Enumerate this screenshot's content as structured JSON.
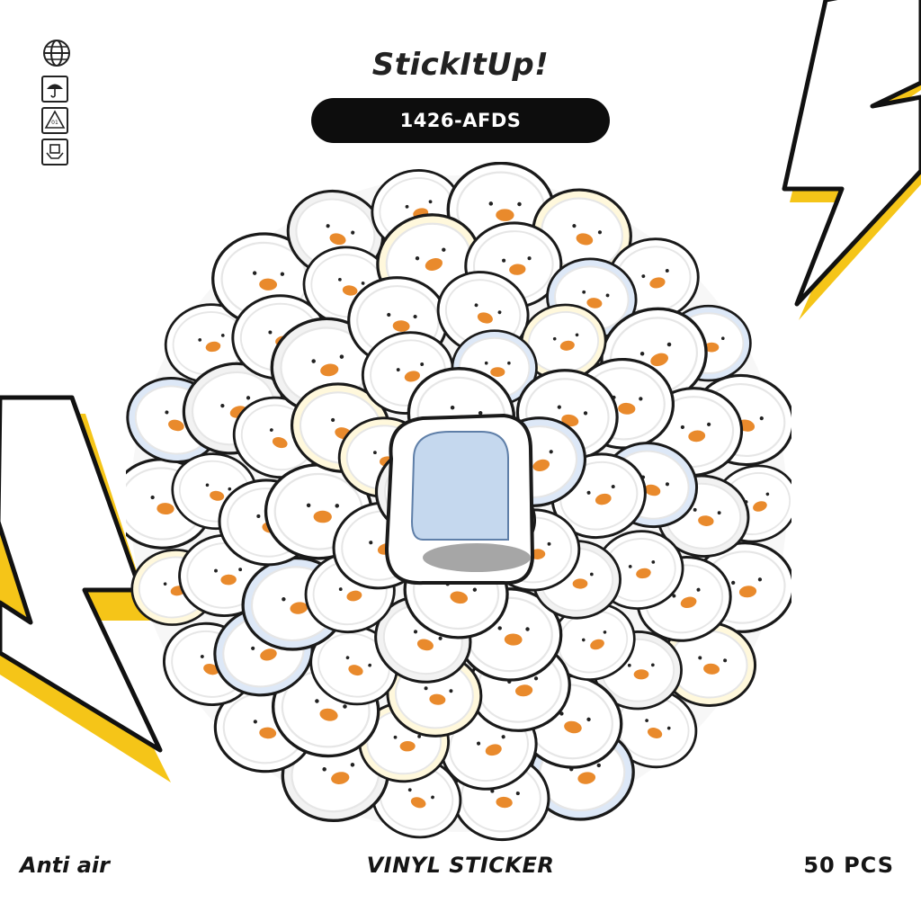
{
  "brand": {
    "name": "StickItUp!"
  },
  "product": {
    "code": "1426-AFDS"
  },
  "footer": {
    "left": "Anti air",
    "center": "VINYL STICKER",
    "right": "50 PCS"
  },
  "icons": [
    "globe-icon",
    "umbrella-icon",
    "recycle-pete-icon",
    "package-hands-icon"
  ],
  "colors": {
    "accent_yellow": "#f5c518",
    "ink": "#111111",
    "duck_beak": "#e98a2c",
    "sticker_outline": "#1a1a1a"
  }
}
